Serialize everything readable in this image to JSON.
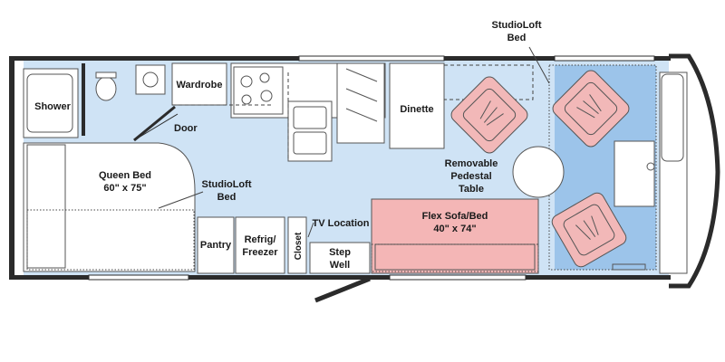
{
  "colors": {
    "floor": "#cfe3f5",
    "loft": "#9cc4ea",
    "sofa": "#f4b6b6",
    "chair": "#f2b8b8",
    "wall": "#2b2b2b"
  },
  "labels": {
    "shower": "Shower",
    "wardrobe": "Wardrobe",
    "door": "Door",
    "queen_bed_1": "Queen Bed",
    "queen_bed_2": "60\" x 75\"",
    "studioloft_rear_1": "StudioLoft",
    "studioloft_rear_2": "Bed",
    "dinette": "Dinette",
    "studioloft_front_1": "StudioLoft",
    "studioloft_front_2": "Bed",
    "removable_1": "Removable",
    "removable_2": "Pedestal",
    "removable_3": "Table",
    "flex_sofa_1": "Flex Sofa/Bed",
    "flex_sofa_2": "40\" x 74\"",
    "tv_location": "TV Location",
    "pantry": "Pantry",
    "refrig_1": "Refrig/",
    "refrig_2": "Freezer",
    "closet": "Closet",
    "step_1": "Step",
    "step_2": "Well"
  }
}
